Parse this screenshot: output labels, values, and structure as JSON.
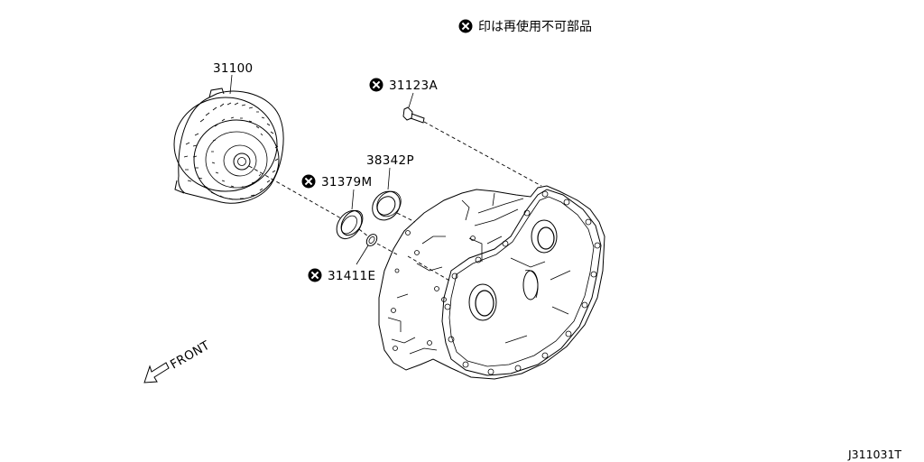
{
  "legend": {
    "note": "印は再使用不可部品",
    "symbol_icon": "non-reusable-marker-icon"
  },
  "parts": [
    {
      "number": "31100",
      "non_reusable": false
    },
    {
      "number": "31123A",
      "non_reusable": true
    },
    {
      "number": "38342P",
      "non_reusable": false
    },
    {
      "number": "31379M",
      "non_reusable": true
    },
    {
      "number": "31411E",
      "non_reusable": true
    }
  ],
  "front_label": "FRONT",
  "diagram_code": "J311031T"
}
